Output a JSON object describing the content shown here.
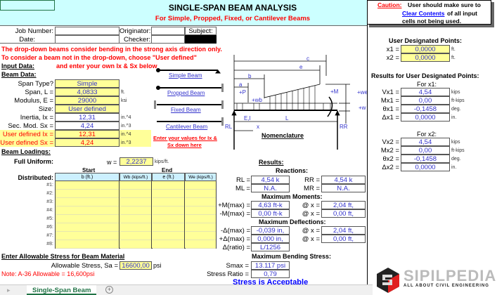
{
  "header": {
    "title": "SINGLE-SPAN BEAM ANALYSIS",
    "subtitle": "For Simple, Propped, Fixed, or Cantilever Beams"
  },
  "info": {
    "job_number": "Job Number:",
    "date": "Date:",
    "originator": "Originator:",
    "checker": "Checker:",
    "subject": "Subject:"
  },
  "notes": {
    "line1": "The drop-down beams consider bending in the strong axis direction only.",
    "line2": "To consider a beam not in the drop-down, choose \"User defined\"",
    "line3": "and enter your own Ix & Sx below",
    "enter_values": "Enter your values for Ix &",
    "enter_values2": "Sx down here"
  },
  "sections": {
    "input_data": "Input Data:",
    "beam_data": "Beam Data:",
    "beam_loadings": "Beam Loadings:",
    "results": "Results:",
    "reactions": "Reactions:",
    "max_moments": "Maximum Moments:",
    "max_deflections": "Maximum Deflections:",
    "allowable": "Enter Allowable Stress for Beam Material",
    "max_bending": "Maximum Bending Stress:",
    "nomenclature": "Nomenclature"
  },
  "beam": {
    "span_type": {
      "label": "Span Type?",
      "value": "Simple"
    },
    "span": {
      "label": "Span, L =",
      "value": "4,0833",
      "unit": "ft."
    },
    "modulus": {
      "label": "Modulus, E =",
      "value": "29000",
      "unit": "ksi"
    },
    "size": {
      "label": "Size:",
      "value": "User defined"
    },
    "inertia": {
      "label": "Inertia, Ix =",
      "value": "12,31",
      "unit": "in.^4"
    },
    "secmod": {
      "label": "Sec. Mod. Sx =",
      "value": "4,24",
      "unit": "in.^3"
    },
    "user_ix": {
      "label": "User defined Ix =",
      "value": "12,31",
      "unit": "in.^4"
    },
    "user_sx": {
      "label": "User defined Sx =",
      "value": "4,24",
      "unit": "in.^3"
    }
  },
  "beam_types": [
    "Simple Beam",
    "Propped Beam",
    "Fixed Beam",
    "Cantilever Beam"
  ],
  "diagram": {
    "c": "c",
    "e": "e",
    "b": "b",
    "a": "a",
    "P": "+P",
    "wb": "+wb",
    "M": "+M",
    "we": "+we",
    "w": "+w",
    "EI": "E,I",
    "L": "L",
    "RL": "RL",
    "RR": "RR",
    "x": "x"
  },
  "loading": {
    "full_uniform": "Full Uniform:",
    "w_label": "w =",
    "w_value": "2,2237",
    "w_unit": "kips/ft.",
    "start": "Start",
    "end": "End",
    "distributed": "Distributed:",
    "columns": [
      "b (ft.)",
      "Wb (kips/ft.)",
      "e (ft.)",
      "We (kips/ft.)"
    ],
    "rows": [
      "#1:",
      "#2:",
      "#3:",
      "#4:",
      "#5:",
      "#6:",
      "#7:",
      "#8:"
    ]
  },
  "results": {
    "RL": {
      "label": "RL =",
      "value": "4,54 k"
    },
    "RR": {
      "label": "RR =",
      "value": "4,54 k"
    },
    "ML": {
      "label": "ML =",
      "value": "N.A."
    },
    "MR": {
      "label": "MR =",
      "value": "N.A."
    },
    "pos_m": {
      "label": "+M(max) =",
      "value": "4,63 ft-k",
      "at": "@ x =",
      "x": "2,04 ft,"
    },
    "neg_m": {
      "label": "-M(max) =",
      "value": "0,00 ft-k",
      "at": "@ x =",
      "x": "0,00 ft,"
    },
    "neg_d": {
      "label": "-Δ(max) =",
      "value": "-0,039 in,",
      "at": "@ x =",
      "x": "2,04 ft,"
    },
    "pos_d": {
      "label": "+Δ(max) =",
      "value": "0,000 in,",
      "at": "@ x =",
      "x": "0,00 ft,"
    },
    "ratio": {
      "label": "Δ(ratio) =",
      "value": "L/1256"
    }
  },
  "stress": {
    "allow_label": "Allowable Stress, Sa =",
    "allow_value": "16600,00",
    "allow_unit": "psi",
    "note": "Note: A-36 Allowable = 16,600psi",
    "smax_label": "Smax =",
    "smax_value": "13.117 psi",
    "ratio_label": "Stress Ratio =",
    "ratio_value": "0,79",
    "status": "Stress is Acceptable"
  },
  "caution": {
    "label": "Caution:",
    "text1": "User should make sure to",
    "link": "Clear Contents",
    "text2": " of all input",
    "text3": "cells not being used."
  },
  "points": {
    "title": "User Designated Points:",
    "x1_label": "x1 =",
    "x1": "0,0000",
    "x2_label": "x2 =",
    "x2": "0,0000",
    "unit": "ft.",
    "results_title": "Results for User Designated Points:",
    "for_x1": "For x1:",
    "for_x2": "For x2:",
    "x1_rows": [
      {
        "label": "Vx1 =",
        "value": "4,54",
        "unit": "kips"
      },
      {
        "label": "Mx1 =",
        "value": "0,00",
        "unit": "ft-kips"
      },
      {
        "label": "θx1 =",
        "value": "-0,1458",
        "unit": "deg."
      },
      {
        "label": "Δx1 =",
        "value": "0,0000",
        "unit": "in."
      }
    ],
    "x2_rows": [
      {
        "label": "Vx2 =",
        "value": "4,54",
        "unit": "kips"
      },
      {
        "label": "Mx2 =",
        "value": "0,00",
        "unit": "ft-kips"
      },
      {
        "label": "θx2 =",
        "value": "-0,1458",
        "unit": "deg."
      },
      {
        "label": "Δx2 =",
        "value": "0,0000",
        "unit": "in."
      }
    ]
  },
  "sheet_tab": "Single-Span Beam",
  "logo": {
    "name": "SIPILPEDIA",
    "tagline": "ALL ABOUT CIVIL ENGINEERING"
  },
  "colors": {
    "header_bg": "#ccffff",
    "input_bg": "#ffff99",
    "value_text": "#3333cc",
    "warning": "#ff0000"
  }
}
